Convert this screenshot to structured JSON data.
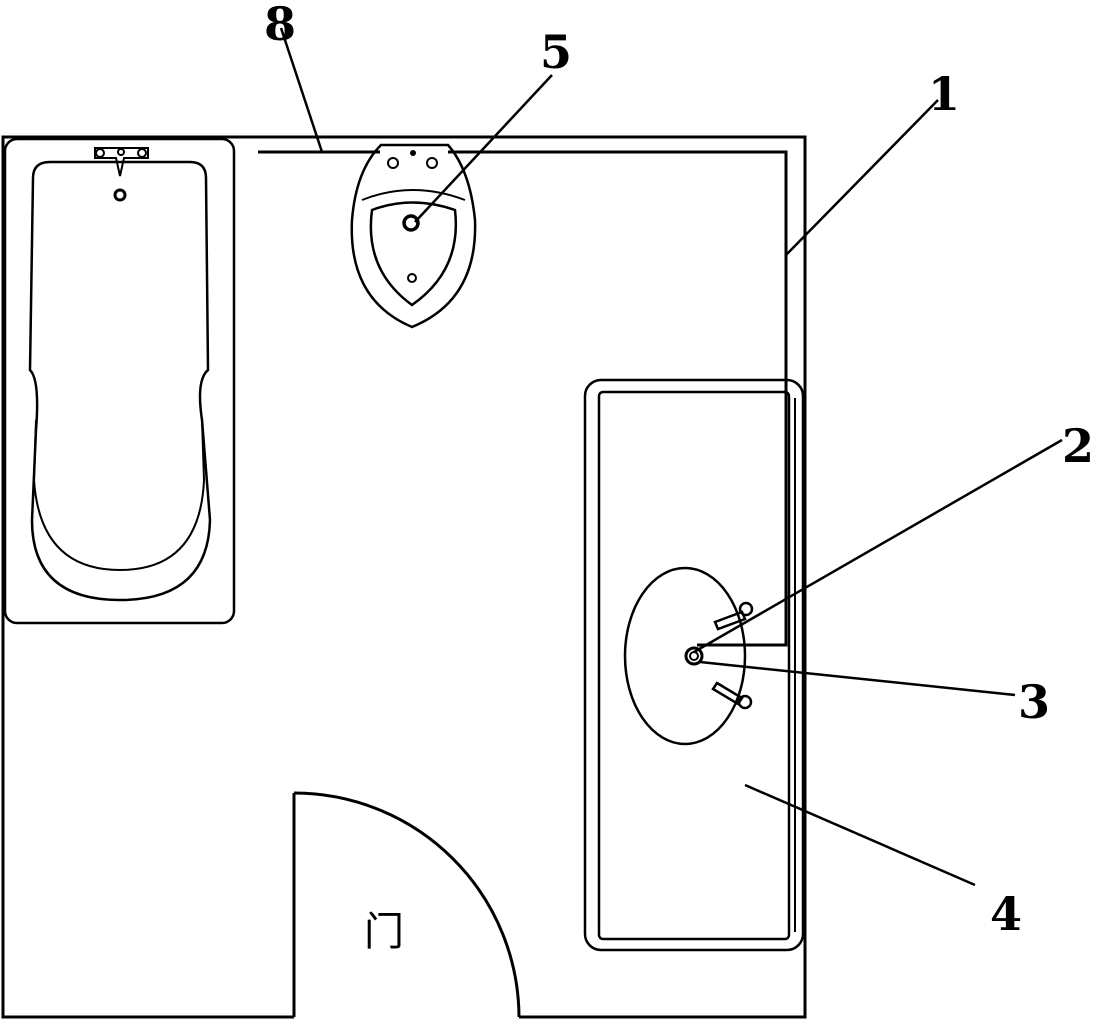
{
  "labels": {
    "pipe": "1",
    "basin_drain": "2",
    "faucet": "3",
    "vanity": "4",
    "toilet": "5",
    "pipe_end": "8"
  },
  "door_label": "门",
  "colors": {
    "line": "#000000",
    "background": "#ffffff"
  }
}
